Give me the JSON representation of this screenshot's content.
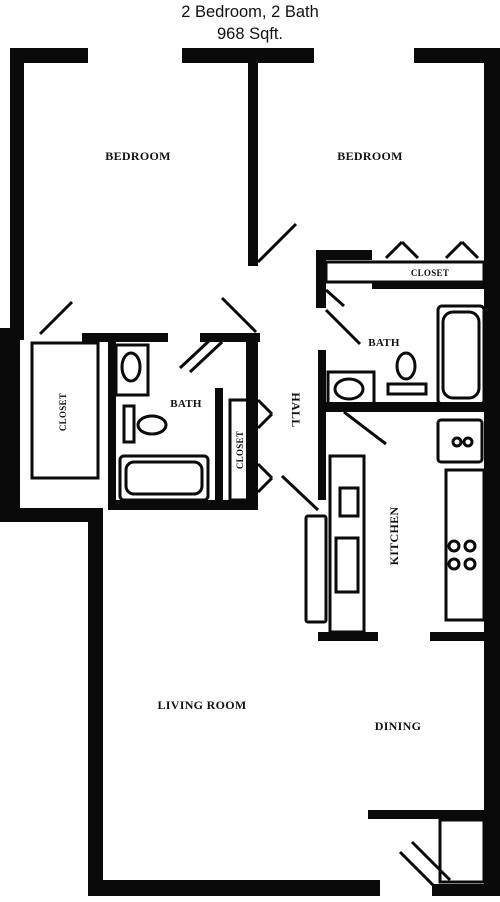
{
  "header": {
    "title": "2 Bedroom, 2 Bath",
    "area": "968 Sqft."
  },
  "rooms": {
    "bedroom_left": "BEDROOM",
    "bedroom_right": "BEDROOM",
    "closet_top_right": "CLOSET",
    "bath_right": "BATH",
    "closet_left": "CLOSET",
    "bath_left": "BATH",
    "closet_hall": "CLOSET",
    "hall": "HALL",
    "kitchen": "KITCHEN",
    "living_room": "LIVING ROOM",
    "dining": "DINING"
  },
  "colors": {
    "wall": "#0a0a0a",
    "background": "#ffffff"
  }
}
